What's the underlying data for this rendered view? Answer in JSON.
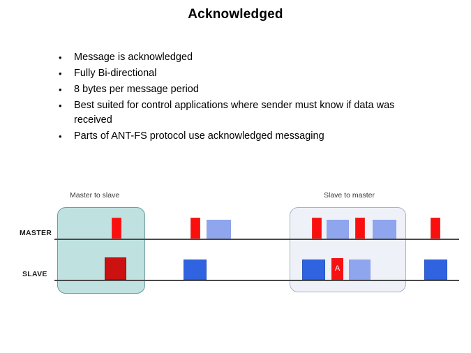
{
  "slide": {
    "title": "Acknowledged",
    "bullet_marker": "•",
    "bullets": [
      "Message is acknowledged",
      "Fully Bi-directional",
      "8 bytes per message period",
      "Best suited for control applications where sender must know if data was received",
      "Parts of ANT-FS protocol use acknowledged messaging"
    ]
  },
  "diagram": {
    "rows": {
      "master_label": "MASTER",
      "slave_label": "SLAVE"
    },
    "groups": [
      {
        "id": "master-to-slave",
        "label": "Master to slave",
        "fill": "#bfe2e0",
        "border": "#6f9a9c"
      },
      {
        "id": "slave-to-master",
        "label": "Slave to master",
        "fill": "#eef1f8",
        "border": "#a9b2c4"
      }
    ],
    "colors": {
      "red": "#fa0f0f",
      "dark_red": "#cc1111",
      "blue": "#2f63e0",
      "light_blue": "#8fa6ee",
      "axis": "#4a4a4a",
      "ack_badge": "#f51212"
    },
    "ack_badge_text": "A",
    "master_pulses": [
      {
        "name": "master-pulse-1",
        "kind": "red",
        "label": ""
      },
      {
        "name": "master-pulse-2",
        "kind": "red",
        "label": ""
      },
      {
        "name": "master-pulse-3",
        "kind": "light-blue",
        "label": ""
      },
      {
        "name": "master-pulse-4",
        "kind": "red",
        "label": ""
      },
      {
        "name": "master-pulse-5",
        "kind": "light-blue",
        "label": ""
      },
      {
        "name": "master-pulse-6",
        "kind": "red",
        "label": ""
      },
      {
        "name": "master-pulse-7",
        "kind": "light-blue",
        "label": ""
      },
      {
        "name": "master-pulse-8",
        "kind": "red",
        "label": ""
      }
    ],
    "slave_pulses": [
      {
        "name": "slave-pulse-1",
        "kind": "dark-red",
        "label": ""
      },
      {
        "name": "slave-pulse-2",
        "kind": "blue",
        "label": ""
      },
      {
        "name": "slave-pulse-3",
        "kind": "blue",
        "label": ""
      },
      {
        "name": "slave-pulse-4",
        "kind": "ack",
        "label": "A"
      },
      {
        "name": "slave-pulse-5",
        "kind": "light-blue",
        "label": ""
      },
      {
        "name": "slave-pulse-6",
        "kind": "blue",
        "label": ""
      }
    ]
  }
}
